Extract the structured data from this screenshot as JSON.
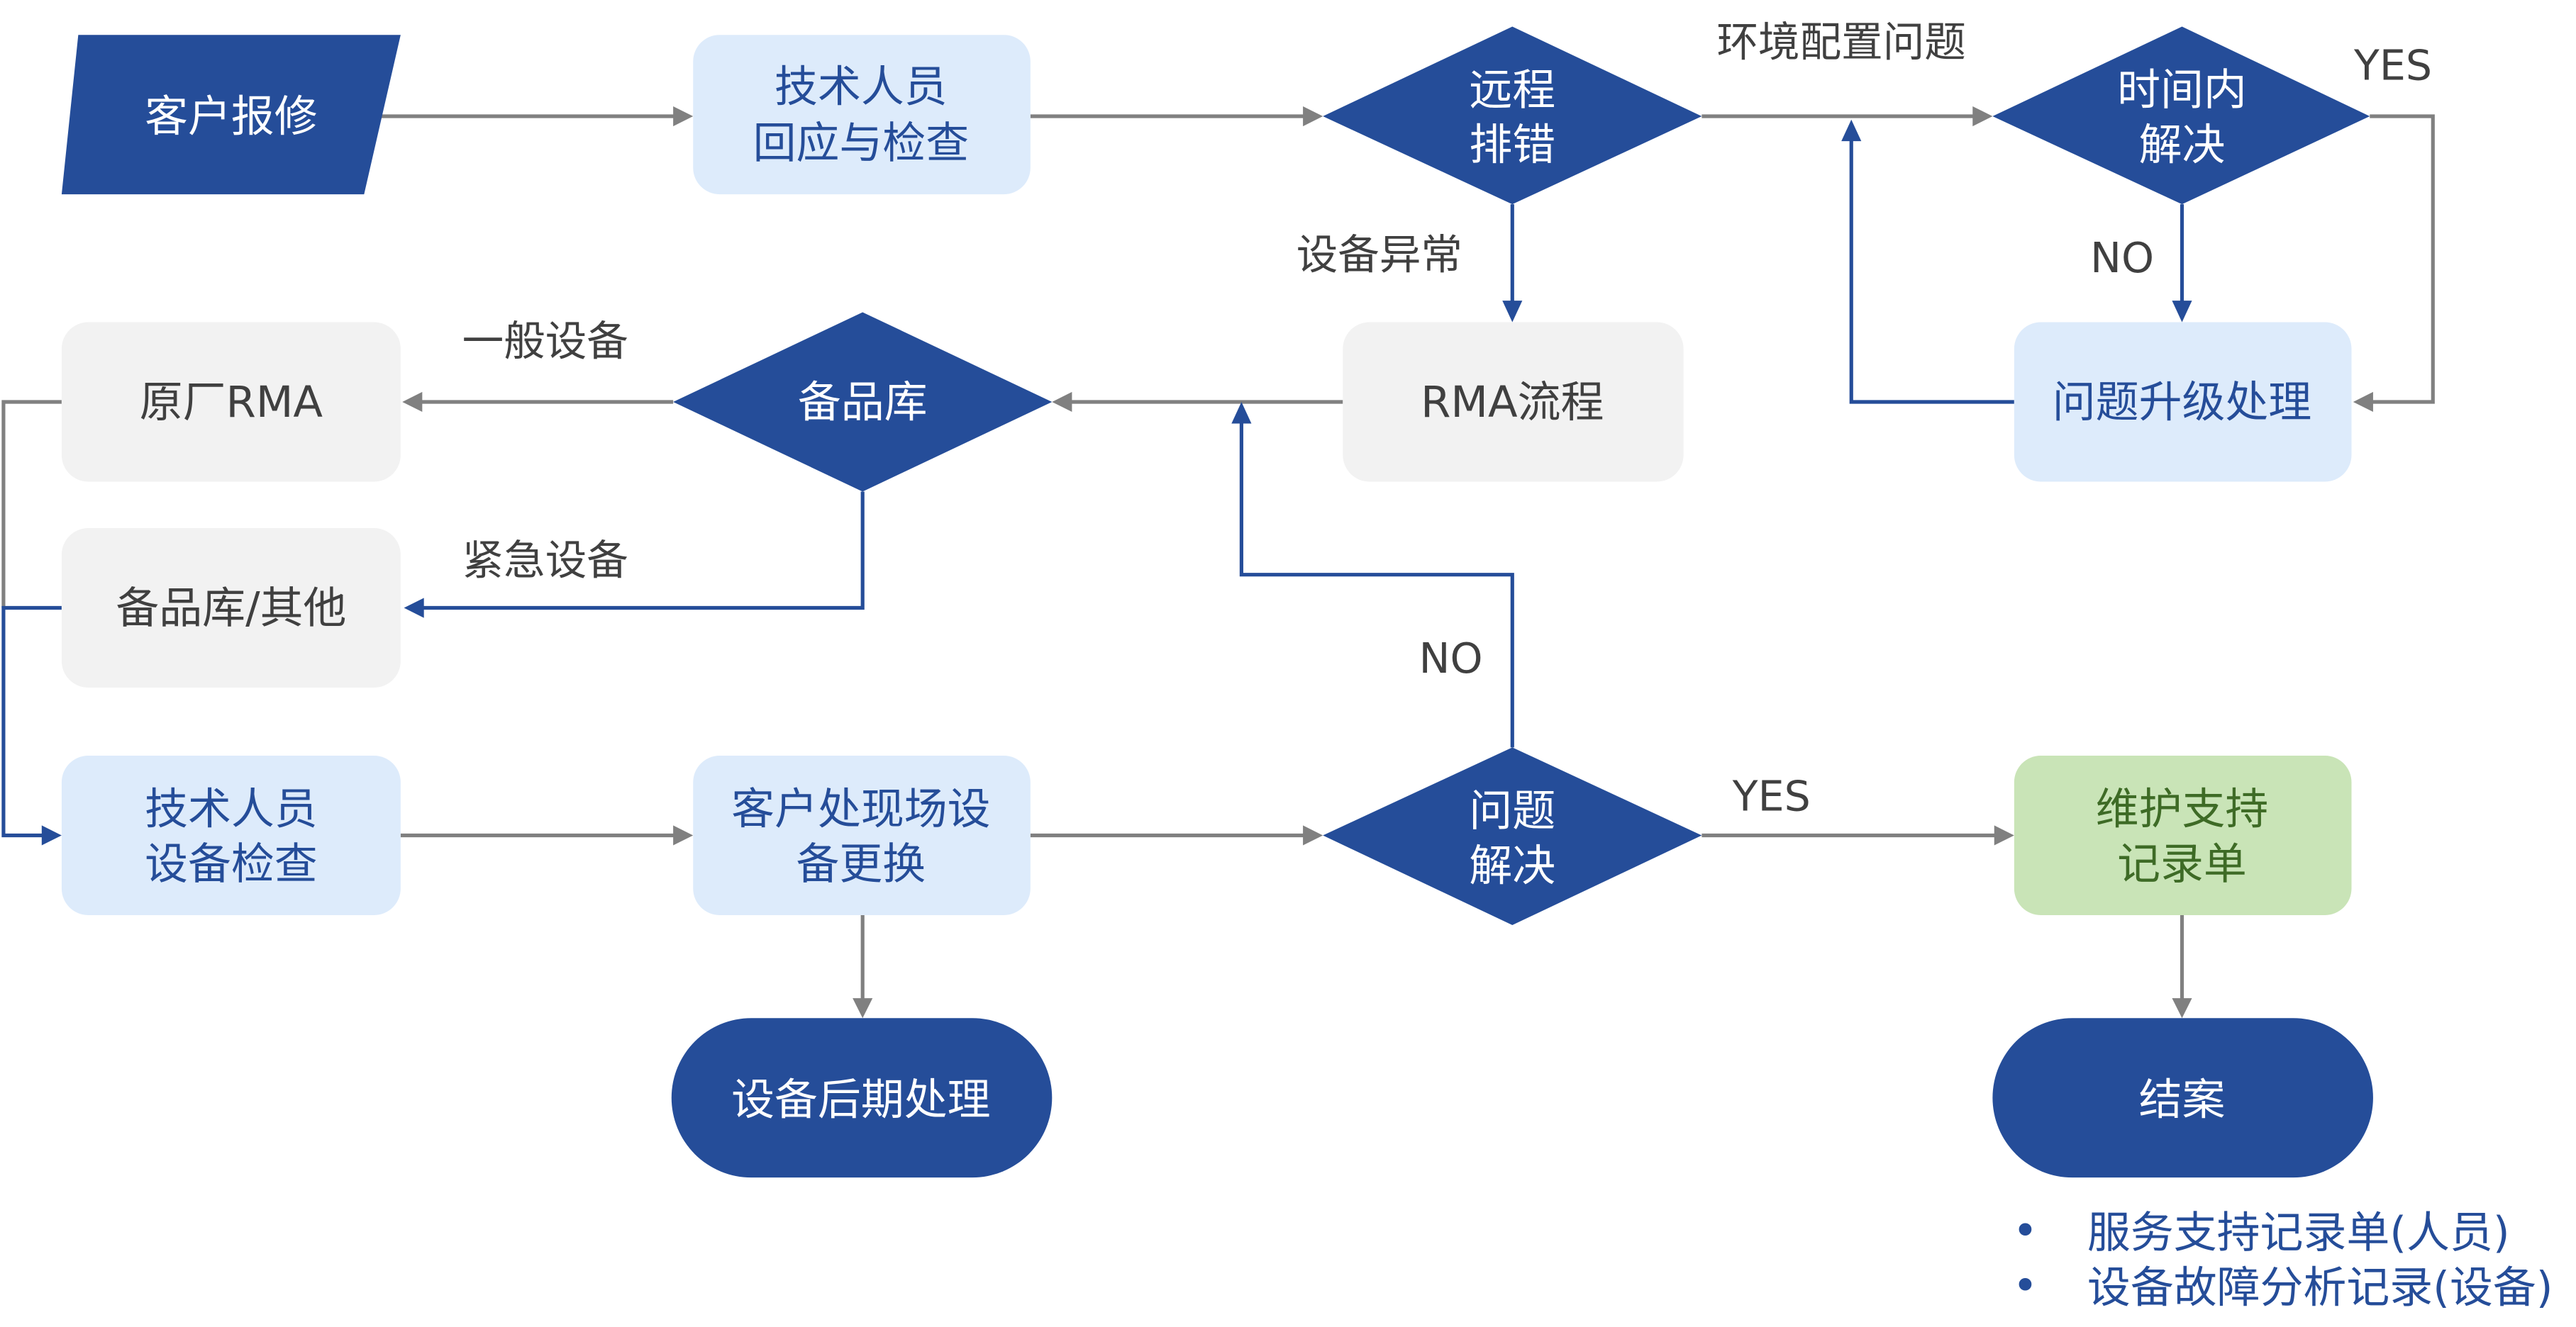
{
  "colors": {
    "dark_blue": "#254D99",
    "light_blue": "#DDEBFB",
    "light_gray": "#F2F2F2",
    "green": "#C9E4B7",
    "green_text": "#3E6B26",
    "arrow_gray": "#808080",
    "label_text": "#404040"
  },
  "nodes": {
    "customer_report": {
      "label": "客户报修",
      "shape": "parallelogram"
    },
    "tech_response": {
      "lines": [
        "技术人员",
        "回应与检查"
      ],
      "shape": "rounded-rect"
    },
    "remote_troubleshoot": {
      "lines": [
        "远程",
        "排错"
      ],
      "shape": "diamond"
    },
    "resolved_in_time": {
      "lines": [
        "时间内",
        "解决"
      ],
      "shape": "diamond"
    },
    "escalation": {
      "label": "问题升级处理",
      "shape": "rounded-rect"
    },
    "rma_process": {
      "label": "RMA流程",
      "shape": "rounded-rect"
    },
    "spare_inventory": {
      "label": "备品库",
      "shape": "diamond"
    },
    "vendor_rma": {
      "label": "原厂RMA",
      "shape": "rounded-rect"
    },
    "spare_other": {
      "label": "备品库/其他",
      "shape": "rounded-rect"
    },
    "tech_device_check": {
      "lines": [
        "技术人员",
        "设备检查"
      ],
      "shape": "rounded-rect"
    },
    "onsite_replace": {
      "lines": [
        "客户处现场设",
        "备更换"
      ],
      "shape": "rounded-rect"
    },
    "problem_resolved": {
      "lines": [
        "问题",
        "解决"
      ],
      "shape": "diamond"
    },
    "maintenance_record": {
      "lines": [
        "维护支持",
        "记录单"
      ],
      "shape": "rounded-rect"
    },
    "device_post_processing": {
      "label": "设备后期处理",
      "shape": "terminator"
    },
    "close_case": {
      "label": "结案",
      "shape": "terminator"
    }
  },
  "edge_labels": {
    "env_config_issue": "环境配置问题",
    "device_abnormal": "设备异常",
    "yes_top": "YES",
    "no_top": "NO",
    "general_device": "一般设备",
    "urgent_device": "紧急设备",
    "no_middle": "NO",
    "yes_bottom": "YES"
  },
  "notes": {
    "bullet": "•",
    "items": [
      "服务支持记录单(人员)",
      "设备故障分析记录(设备)"
    ]
  }
}
